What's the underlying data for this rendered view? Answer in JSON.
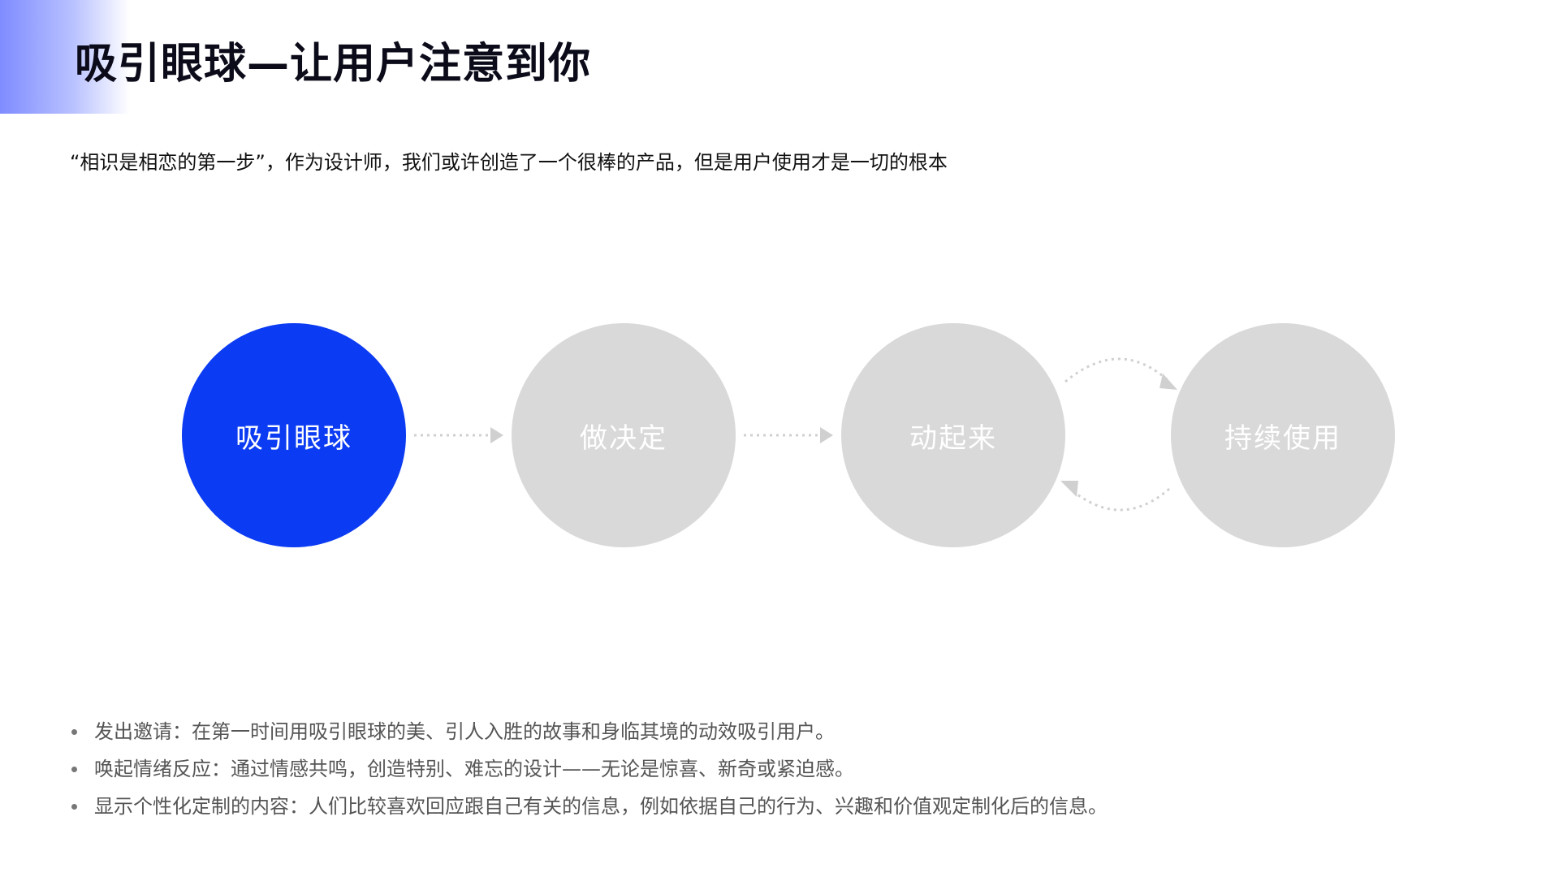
{
  "header": {
    "title": "吸引眼球—让用户注意到你"
  },
  "intro": {
    "text": "“相识是相恋的第一步”，作为设计师，我们或许创造了一个很棒的产品，但是用户使用才是一切的根本"
  },
  "flow": {
    "steps": [
      {
        "label": "吸引眼球",
        "state": "active"
      },
      {
        "label": "做决定",
        "state": "inactive"
      },
      {
        "label": "动起来",
        "state": "inactive"
      },
      {
        "label": "持续使用",
        "state": "inactive"
      }
    ],
    "colors": {
      "active": "#0b3bf2",
      "inactive": "#d9d9d9",
      "connector": "#d0d0d0"
    }
  },
  "bullets": [
    "发出邀请：在第一时间用吸引眼球的美、引人入胜的故事和身临其境的动效吸引用户。",
    "唤起情绪反应：通过情感共鸣，创造特别、难忘的设计——无论是惊喜、新奇或紧迫感。",
    "显示个性化定制的内容：人们比较喜欢回应跟自己有关的信息，例如依据自己的行为、兴趣和价值观定制化后的信息。"
  ]
}
